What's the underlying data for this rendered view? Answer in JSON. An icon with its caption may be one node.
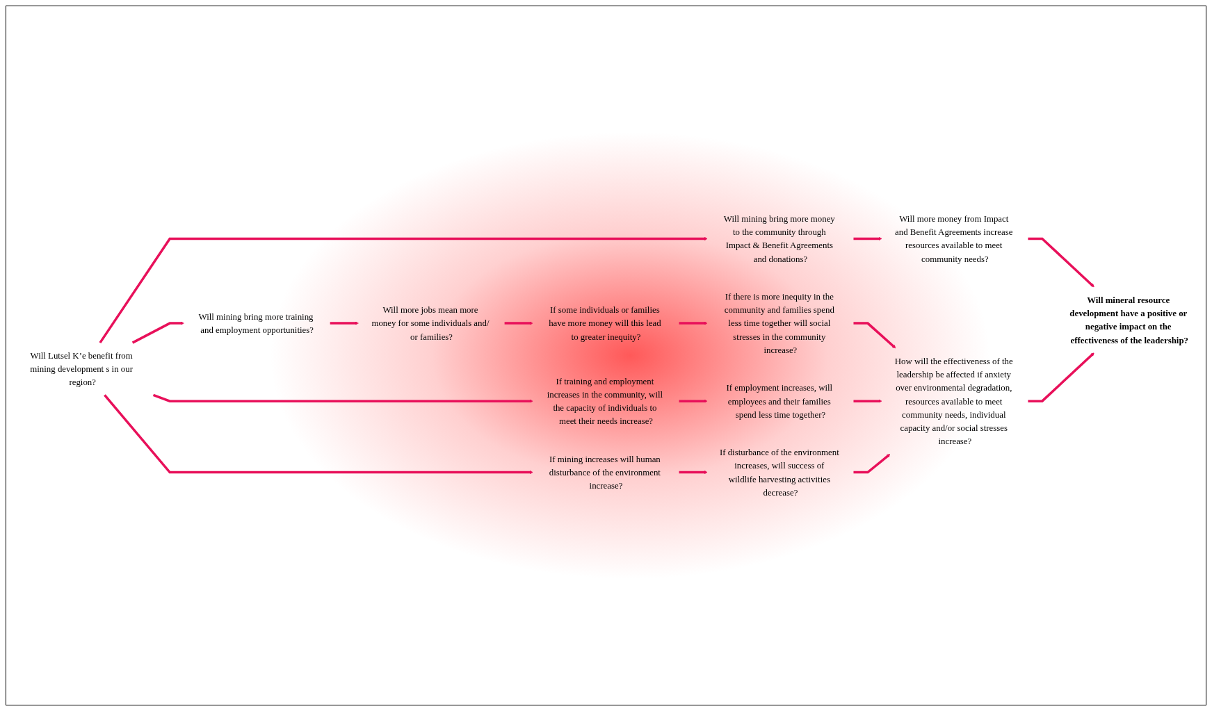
{
  "diagram": {
    "nodes": [
      {
        "text": [
          "Will Lutsel K’e benefit from mining development s in our region?"
        ]
      },
      {
        "text": [
          "Will mining bring more training and employment opportunities?"
        ]
      },
      {
        "text": [
          "Will more jobs mean more money for some individuals and/ or families?"
        ]
      },
      {
        "text": [
          "If some individuals or families have more money will this lead to greater inequity?"
        ]
      },
      {
        "text": [
          "If there is more inequity in the community and families spend less time together will social stresses in the community increase?"
        ]
      },
      {
        "text": [
          "If training and employment increases in the community, will the capacity of individuals to meet their needs increase?"
        ]
      },
      {
        "text": [
          "If employment increases, will employees and their families spend less time together?"
        ]
      },
      {
        "text": [
          "How will the effectiveness of the leadership be affected if anxiety over environmental degradation, resources available to meet community needs, individual capacity and/or social stresses increase?"
        ]
      },
      {
        "text": [
          "If mining increases will human disturbance of the environment increase?"
        ]
      },
      {
        "text": [
          "If disturbance of the environment increases, will success of wildlife harvesting activities decrease?"
        ]
      },
      {
        "text": [
          "Will mining bring more money to the community through Impact & Benefit Agreements and donations?"
        ]
      },
      {
        "text": [
          "Will more money from Impact and Benefit Agreements increase resources available to meet community needs?"
        ]
      },
      {
        "text": [
          "Will mineral resource development have a positive or negative impact on the effectiveness of the leadership?"
        ]
      }
    ],
    "edges": [
      {
        "from": 0,
        "to": 1,
        "arrow": "to"
      },
      {
        "from": 1,
        "to": 2,
        "arrow": "to"
      },
      {
        "from": 2,
        "to": 3,
        "arrow": "to"
      },
      {
        "from": 3,
        "to": 4,
        "arrow": "to"
      },
      {
        "from": 4,
        "to": 7,
        "arrow": "to"
      },
      {
        "from": 0,
        "to": 5,
        "arrow": "to"
      },
      {
        "from": 5,
        "to": 6,
        "arrow": "to"
      },
      {
        "from": 6,
        "to": 7,
        "arrow": "to"
      },
      {
        "from": 0,
        "to": 8,
        "arrow": "to"
      },
      {
        "from": 8,
        "to": 9,
        "arrow": "to"
      },
      {
        "from": 9,
        "to": 7,
        "arrow": "to"
      },
      {
        "from": 0,
        "to": 10,
        "arrow": "to"
      },
      {
        "from": 10,
        "to": 11,
        "arrow": "to"
      },
      {
        "from": 11,
        "to": 12,
        "arrow": "to"
      },
      {
        "from": 7,
        "to": 12,
        "arrow": "to"
      }
    ]
  }
}
